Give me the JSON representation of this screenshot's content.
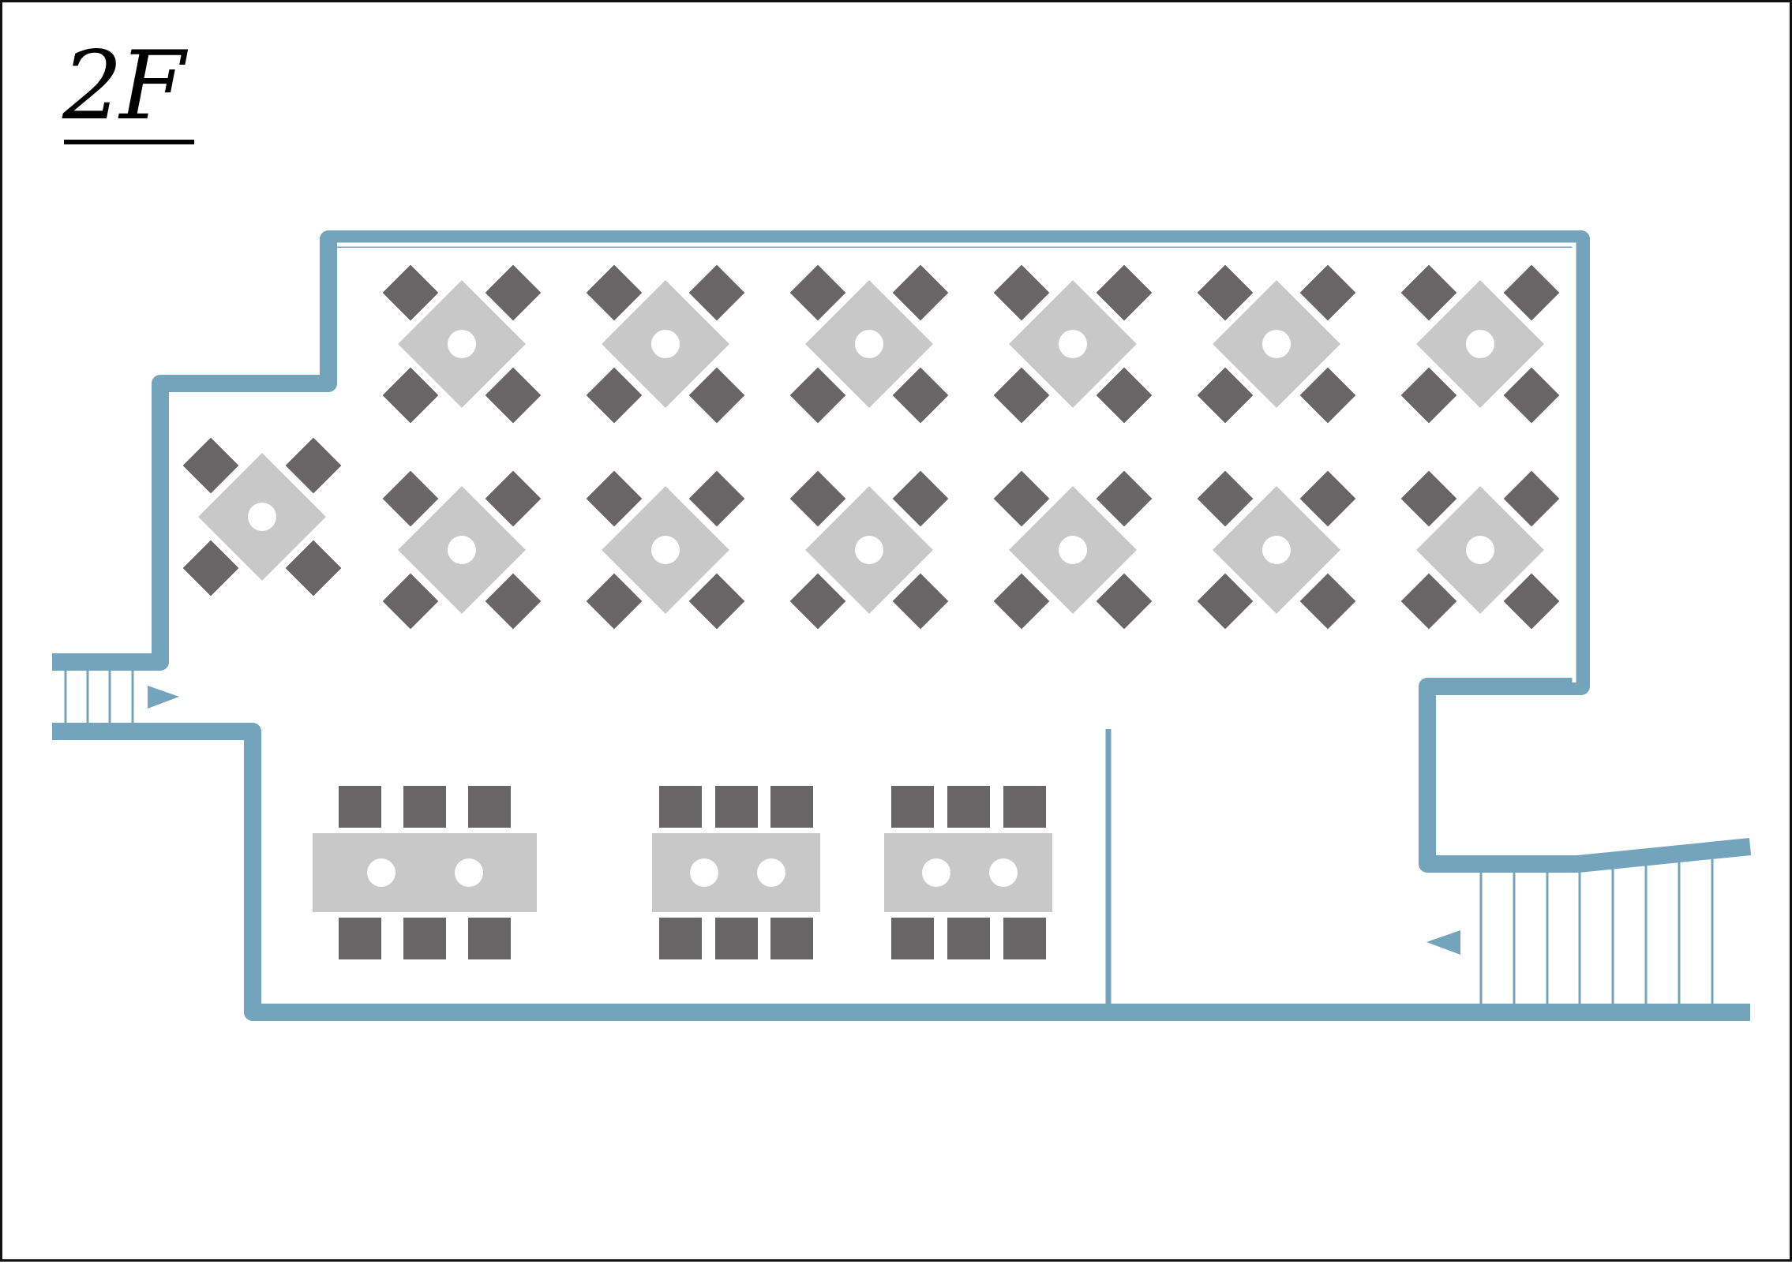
{
  "floor_label": "2F",
  "colors": {
    "wall": "#74A3BC",
    "table": "#C8C8C8",
    "chair": "#676565",
    "hole": "#FFFFFF",
    "text": "#000000"
  },
  "diamond_tables": {
    "count": 13,
    "chairs_each": 4
  },
  "long_tables": {
    "count": 3,
    "chairs_each": 6
  },
  "stairs": [
    "left-entrance-stairs",
    "right-stairs"
  ]
}
